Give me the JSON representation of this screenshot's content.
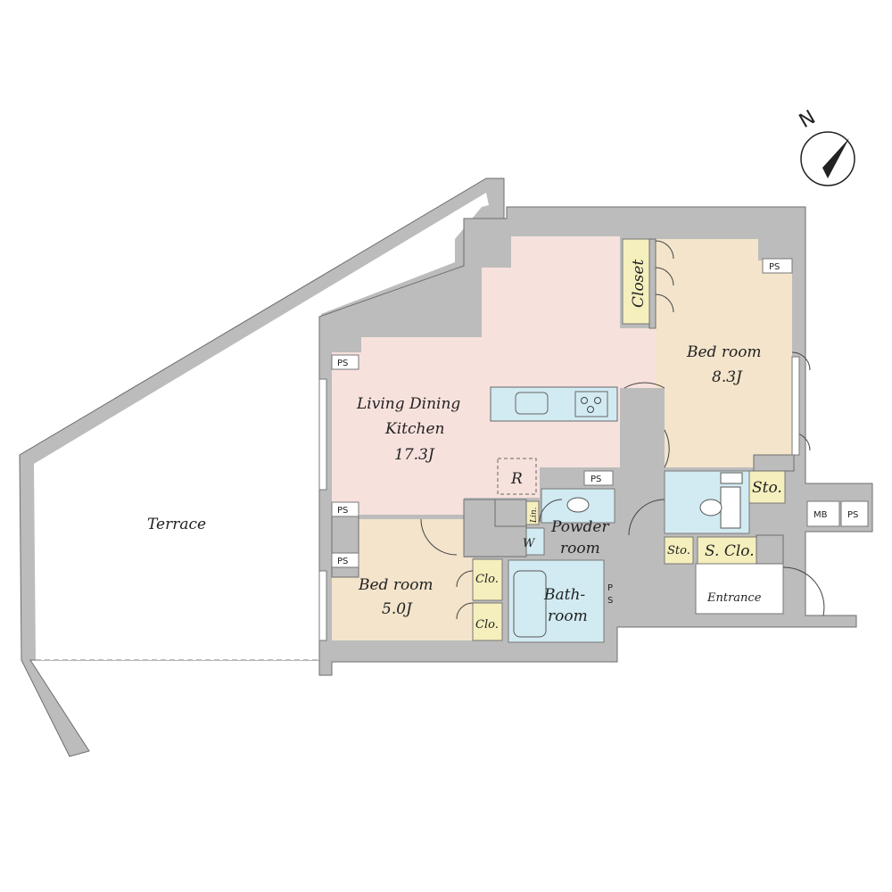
{
  "rooms": {
    "terrace": "Terrace",
    "ldk_line1": "Living Dining",
    "ldk_line2": "Kitchen",
    "ldk_size": "17.3J",
    "bed1_name": "Bed room",
    "bed1_size": "8.3J",
    "bed2_name": "Bed room",
    "bed2_size": "5.0J",
    "closet": "Closet",
    "sto_large": "Sto.",
    "sto_small": "Sto.",
    "s_clo": "S. Clo.",
    "clo_upper": "Clo.",
    "clo_lower": "Clo.",
    "lin": "Lin.",
    "w": "W",
    "powder_line1": "Powder",
    "powder_line2": "room",
    "bath_line1": "Bath-",
    "bath_line2": "room",
    "entrance": "Entrance",
    "refrigerator": "R",
    "mb": "MB"
  },
  "ps_labels": {
    "ps_top_right": "PS",
    "ps_ldk_left": "PS",
    "ps_left_mid": "PS",
    "ps_left_low": "PS",
    "ps_kitchen": "PS",
    "ps_mb": "PS",
    "ps_bath_p": "P",
    "ps_bath_s": "S"
  },
  "compass": {
    "north": "N"
  },
  "colors": {
    "ldk": "#f7e1dd",
    "bedroom": "#f3e4cb",
    "wet": "#d2ebf2",
    "storage": "#f5efbd",
    "wall": "#bcbcbc",
    "wall_line": "#6e6e6e"
  }
}
